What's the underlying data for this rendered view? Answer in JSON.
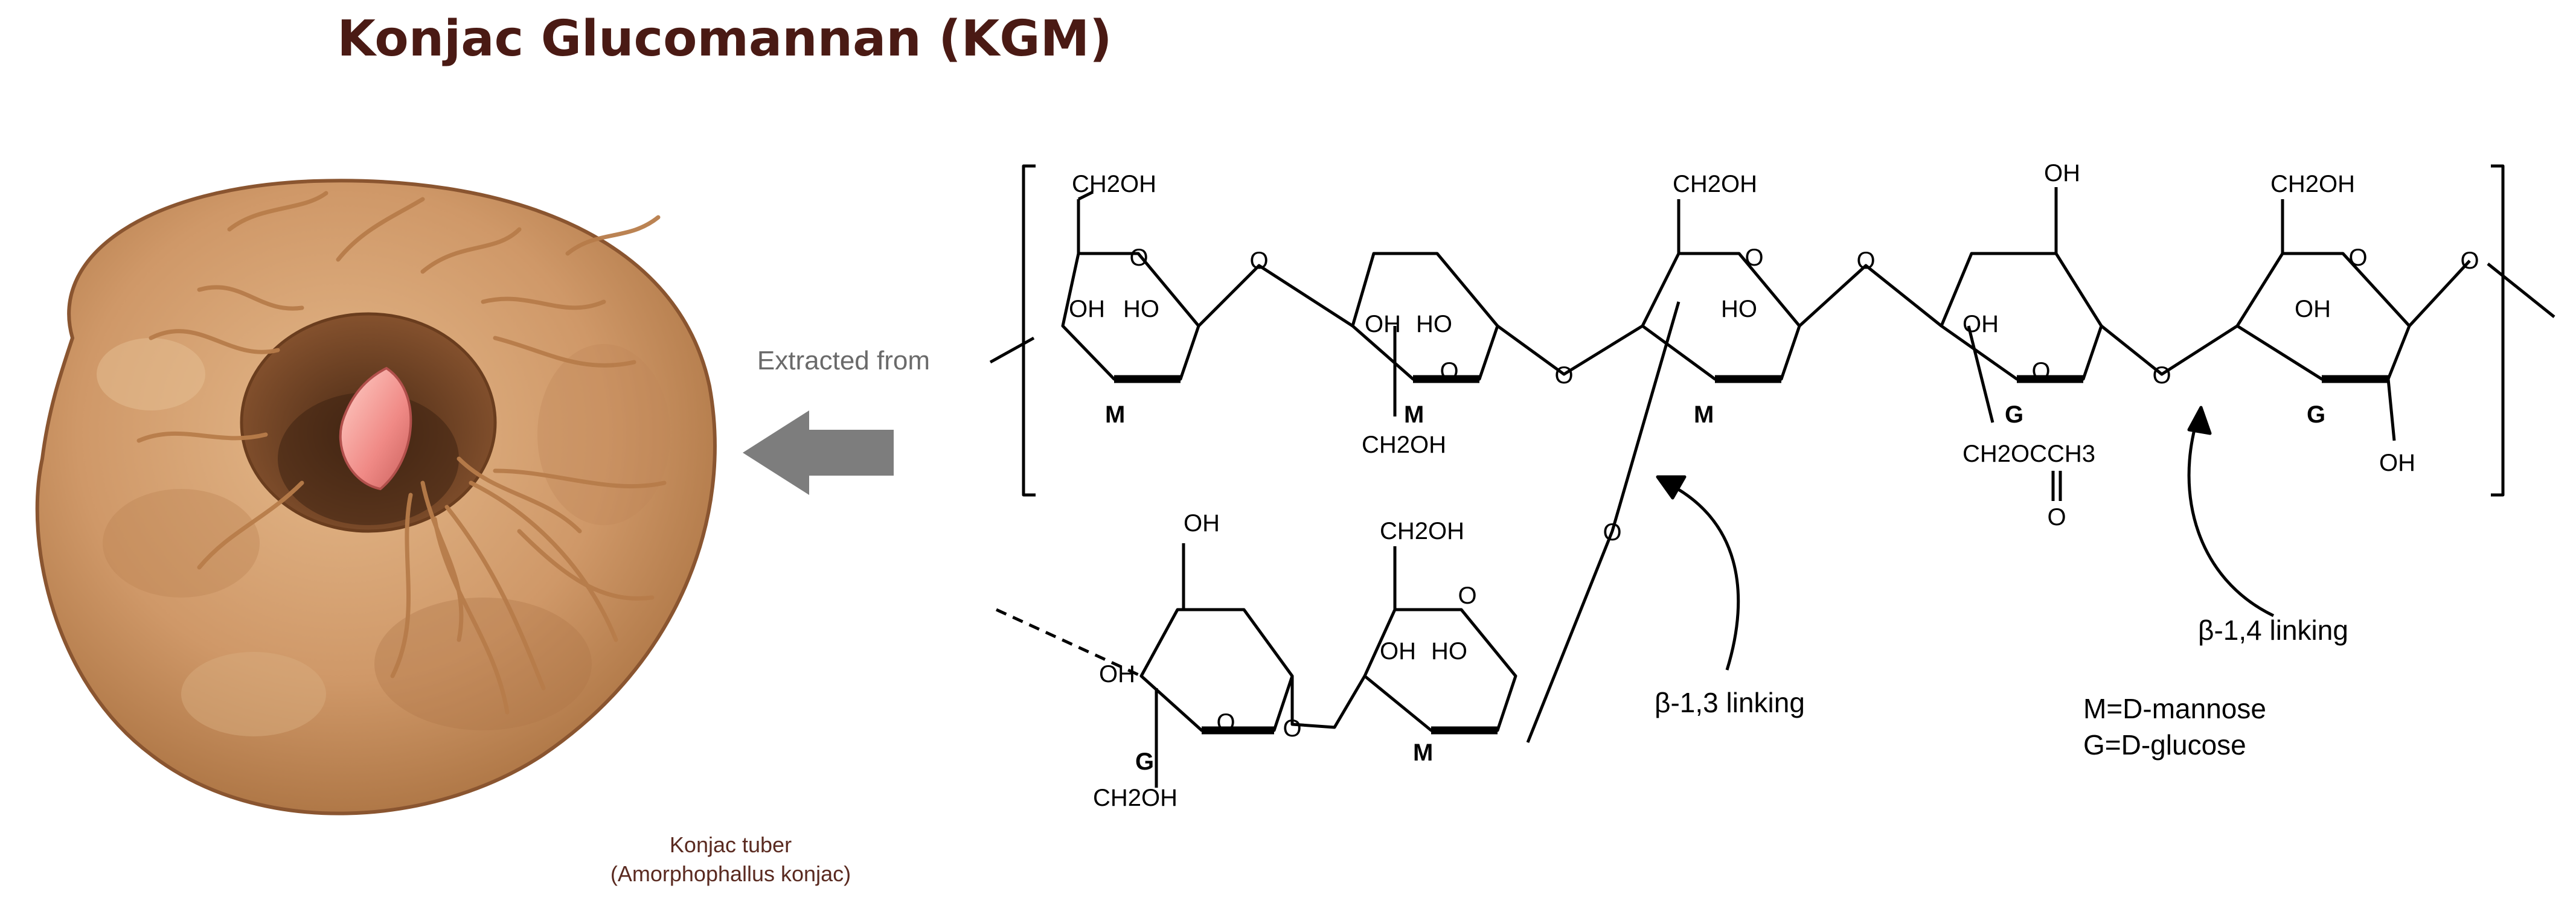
{
  "title": "Konjac Glucomannan (KGM)",
  "arrow_label": "Extracted from",
  "tuber_caption": {
    "line1": "Konjac tuber",
    "line2": "(Amorphophallus konjac)"
  },
  "linkages": {
    "beta13": "β-1,3 linking",
    "beta14": "β-1,4 linking"
  },
  "legend": {
    "mannose": "M=D-mannose",
    "glucose": "G=D-glucose"
  },
  "groups": {
    "ch2oh": "CH2OH",
    "oh": "OH",
    "ho": "HO",
    "o": "O",
    "acetyl": "CH2OCCH3",
    "carbonyl_o": "O"
  },
  "residue_labels": [
    "M",
    "M",
    "M",
    "G",
    "G",
    "G",
    "M"
  ],
  "colors": {
    "title": "#4a1a14",
    "arrow": "#7d7d7d",
    "label_grey": "#6a6a6a",
    "caption": "#5a2a20",
    "tuber_light": "#d9a97a",
    "tuber_mid": "#c48a5a",
    "tuber_dark": "#8a5530",
    "root": "#b77c4a",
    "bud": "#f08a86",
    "line": "#000000"
  }
}
